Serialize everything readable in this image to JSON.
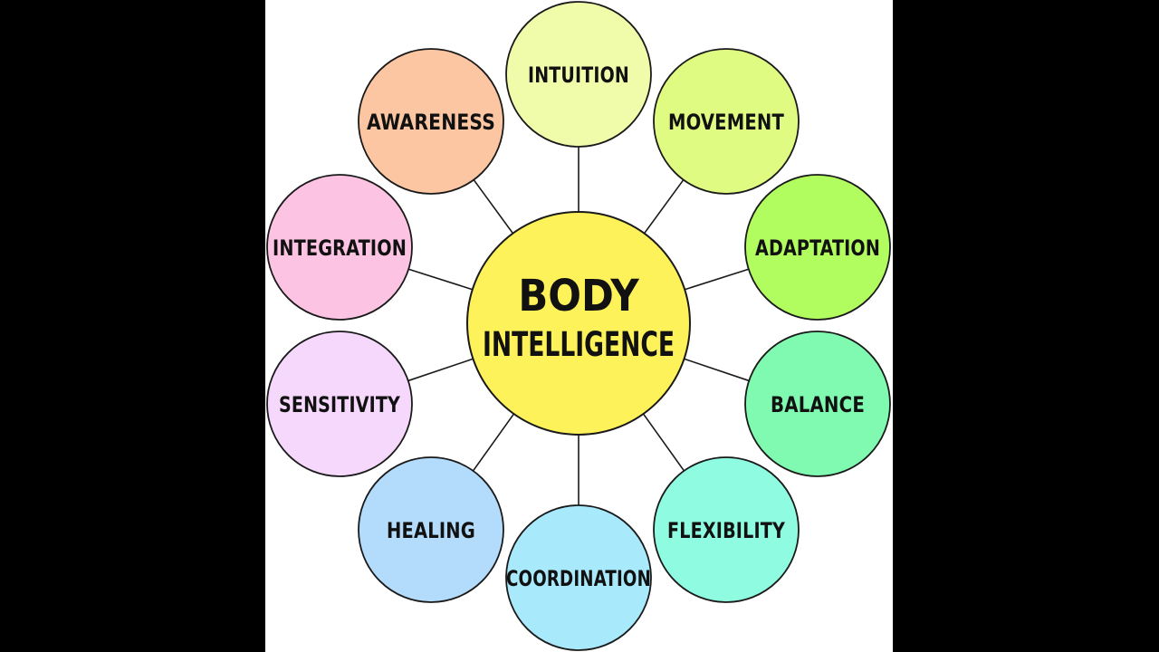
{
  "diagram": {
    "center": {
      "line1": "BODY",
      "line2": "INTELLIGENCE",
      "color": "#fdf25a"
    },
    "nodes": [
      {
        "label": "INTUITION",
        "color": "#f1fcab"
      },
      {
        "label": "MOVEMENT",
        "color": "#e0fb82"
      },
      {
        "label": "ADAPTATION",
        "color": "#b1fc5e"
      },
      {
        "label": "BALANCE",
        "color": "#7ffab0"
      },
      {
        "label": "FLEXIBILITY",
        "color": "#8ffce1"
      },
      {
        "label": "COORDINATION",
        "color": "#a8e9fc"
      },
      {
        "label": "HEALING",
        "color": "#b3dcfc"
      },
      {
        "label": "SENSITIVITY",
        "color": "#f6d8fc"
      },
      {
        "label": "INTEGRATION",
        "color": "#fcc3e3"
      },
      {
        "label": "AWARENESS",
        "color": "#fcc6a2"
      }
    ],
    "stroke_color": "#1a1a1a",
    "background": "#ffffff",
    "letterbox": "#000000"
  }
}
